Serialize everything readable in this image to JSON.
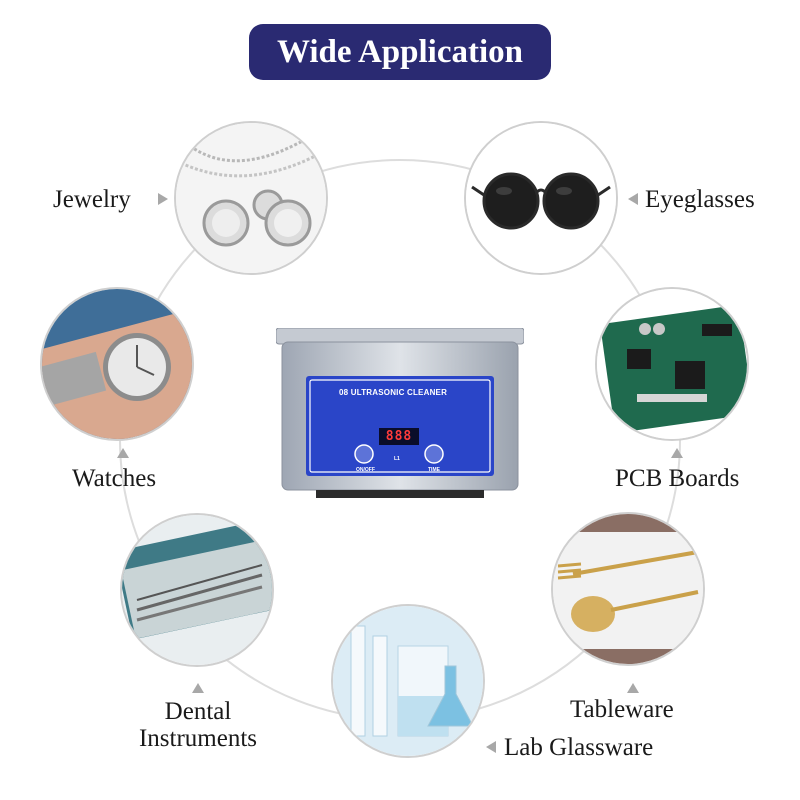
{
  "header": {
    "title": "Wide Application"
  },
  "center_device": {
    "panel_text": "08 ULTRASONIC CLEANER",
    "display_value": "888",
    "onoff_label": "ON/OFF",
    "time_label": "TIME",
    "level_label": "L1"
  },
  "applications": [
    {
      "label": "Jewelry"
    },
    {
      "label": "Eyeglasses"
    },
    {
      "label": "Watches"
    },
    {
      "label": "PCB Boards"
    },
    {
      "label_line1": "Dental",
      "label_line2": "Instruments"
    },
    {
      "label": "Lab Glassware"
    },
    {
      "label": "Tableware"
    }
  ],
  "colors": {
    "title_background": "#2a2a72",
    "panel_blue": "#2a45c8",
    "ring": "#dddddd"
  }
}
